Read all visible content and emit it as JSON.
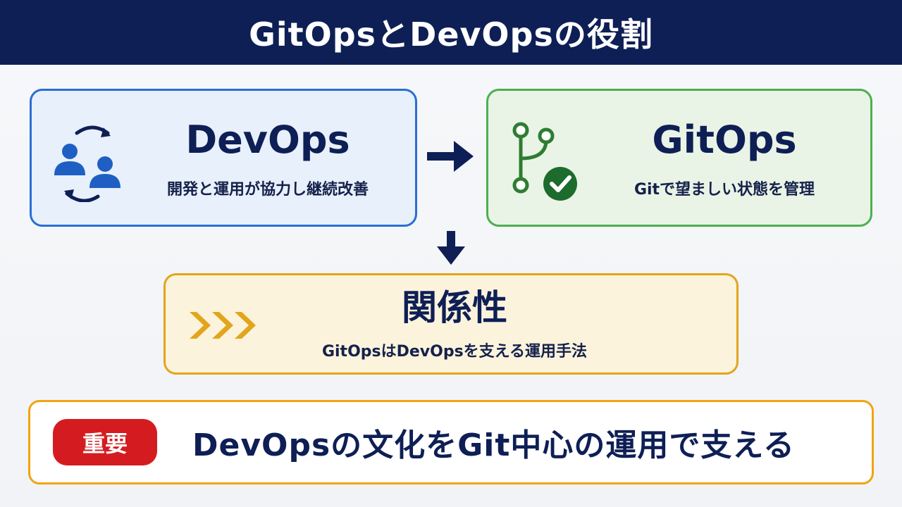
{
  "header": {
    "title": "GitOpsとDevOpsの役割"
  },
  "devops": {
    "title": "DevOps",
    "subtitle": "開発と運用が協力し継続改善",
    "icon": "team-cycle-icon",
    "accent": "#2a6fd3",
    "background": "#e8f0fb"
  },
  "gitops": {
    "title": "GitOps",
    "subtitle": "Gitで望ましい状態を管理",
    "icon": "git-branch-check-icon",
    "accent": "#4caf50",
    "background": "#e9f4e6"
  },
  "relation": {
    "title": "関係性",
    "subtitle": "GitOpsはDevOpsを支える運用手法",
    "icon": "chevrons-right-icon",
    "accent": "#e2a51b",
    "background": "#fbf3dc"
  },
  "key_point": {
    "badge": "重要",
    "text": "DevOpsの文化をGit中心の運用で支える",
    "badge_color": "#d41c20",
    "border_color": "#f2a310"
  },
  "colors": {
    "navy": "#0e1f55",
    "devops_icon": "#1f5fc4",
    "gitops_icon": "#2e7d32"
  }
}
